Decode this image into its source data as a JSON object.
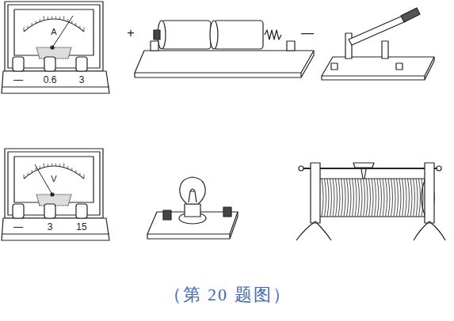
{
  "diagram": {
    "caption": "（第 20 题图）",
    "labels": [
      "A",
      "—",
      "0.6",
      "3",
      "+",
      "—",
      "V",
      "—",
      "3",
      "15"
    ]
  }
}
